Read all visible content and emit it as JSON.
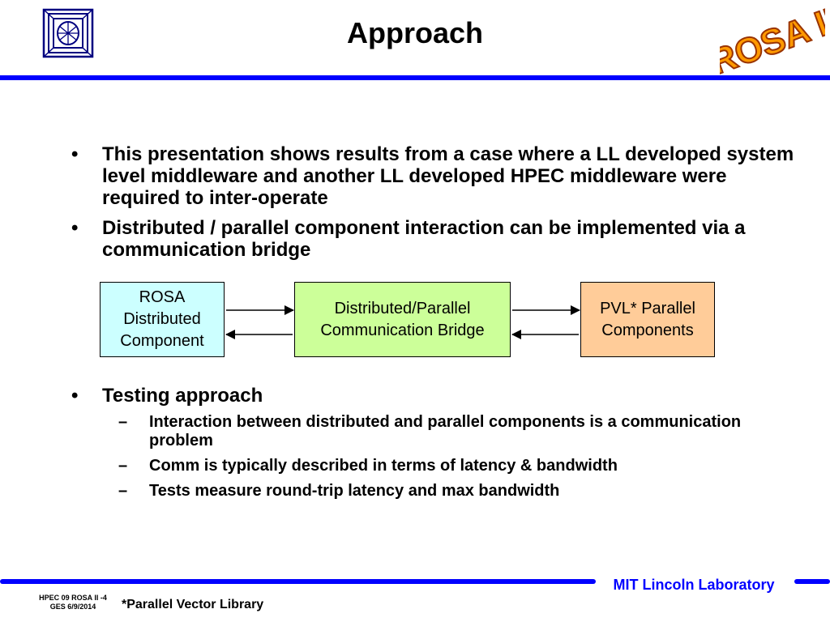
{
  "header": {
    "title": "Approach",
    "rosa_logo_text": "ROSA II"
  },
  "bullets": [
    "This presentation shows results from a case where a LL developed system level middleware and another LL developed HPEC middleware were required to inter-operate",
    "Distributed / parallel component interaction can be implemented via a communication bridge"
  ],
  "diagram": {
    "box1": {
      "lines": [
        "ROSA",
        "Distributed",
        "Component"
      ],
      "color": "#ccffff"
    },
    "box2": {
      "lines": [
        "Distributed/Parallel",
        "Communication Bridge"
      ],
      "color": "#ccff99"
    },
    "box3": {
      "lines": [
        "PVL* Parallel",
        "Components"
      ],
      "color": "#ffcc99"
    }
  },
  "testing": {
    "heading": "Testing approach",
    "subs": [
      "Interaction between distributed and parallel components is a communication problem",
      "Comm is typically described in terms of latency & bandwidth",
      "Tests measure round-trip latency and max bandwidth"
    ]
  },
  "footer": {
    "slide_id_line1": "HPEC 09 ROSA II -4",
    "slide_id_line2": "GES 6/9/2014",
    "footnote": "*Parallel Vector Library",
    "lab_name": "MIT Lincoln Laboratory"
  },
  "colors": {
    "rule": "#0000ff",
    "logo_fill": "#ff9900",
    "logo_outline": "#993300"
  },
  "symbols": {
    "bullet": "•",
    "dash": "–"
  }
}
